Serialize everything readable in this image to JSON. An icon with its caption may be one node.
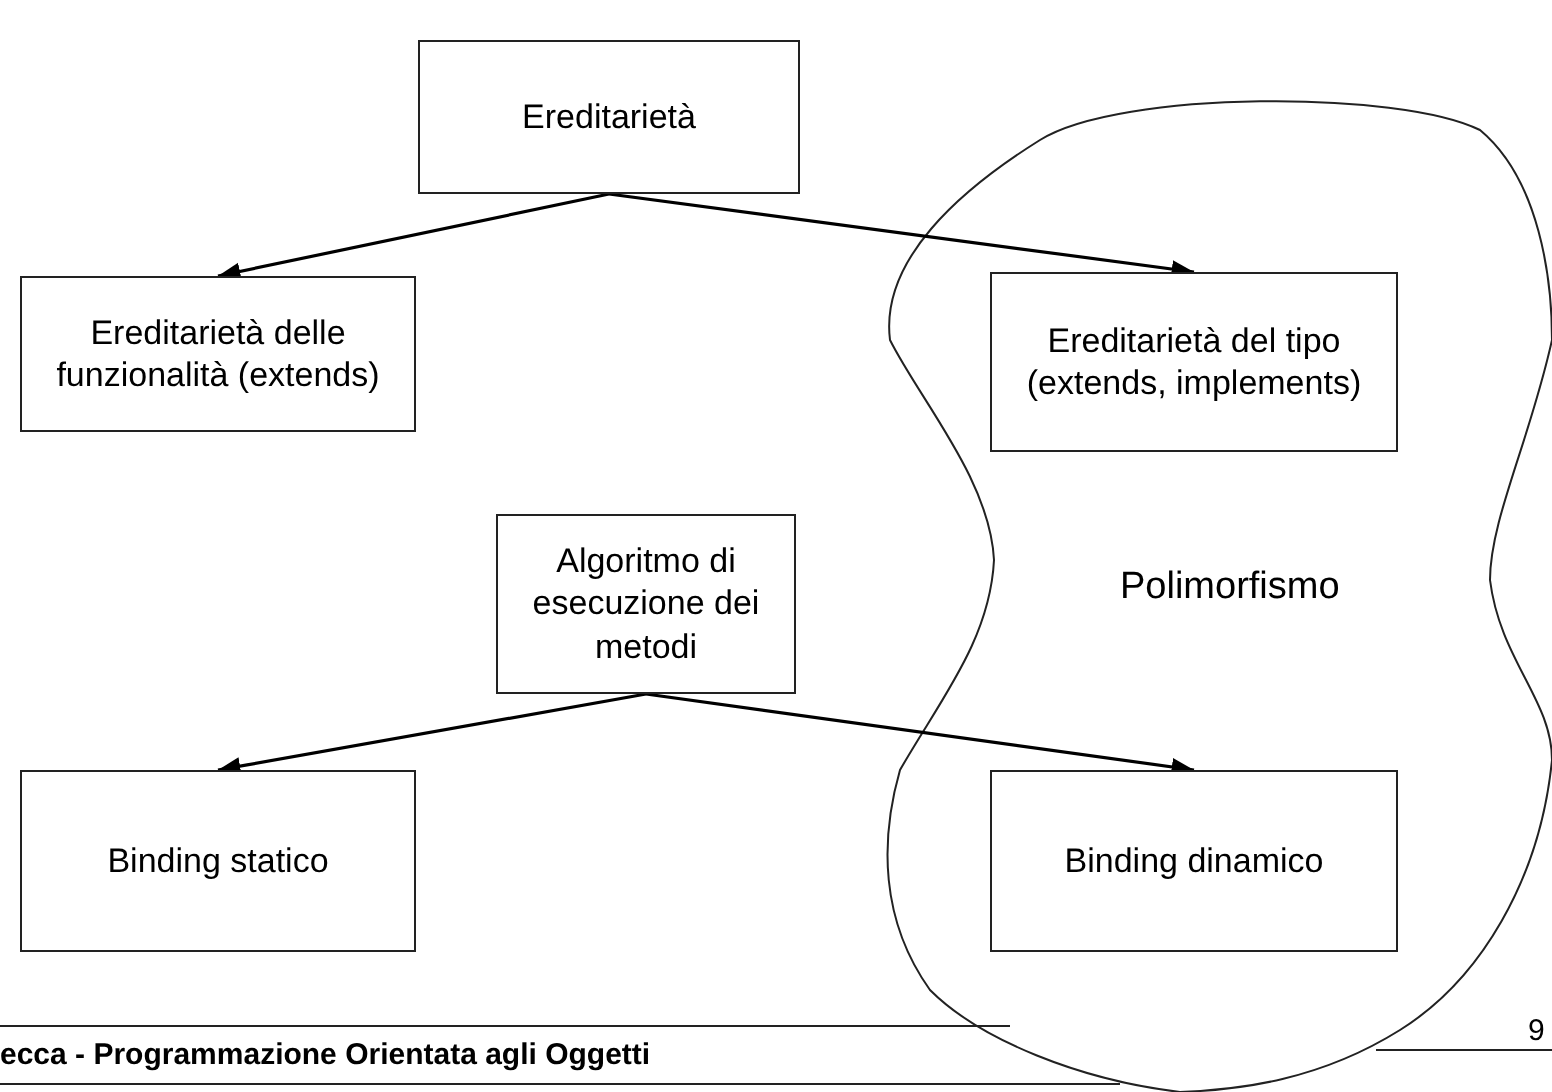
{
  "diagram": {
    "nodes": [
      {
        "text": [
          "Ereditarietà"
        ]
      },
      {
        "text": [
          "Ereditarietà delle funzionalità (extends)"
        ]
      },
      {
        "text": [
          "Polimorfismo"
        ]
      },
      {
        "text": [
          "Ereditarietà del tipo (extends, implements)"
        ],
        "in": 2
      },
      {
        "text": [
          "Algoritmo di esecuzione dei metodi"
        ]
      },
      {
        "text": [
          "Binding statico"
        ]
      },
      {
        "text": [
          "Binding dinamico"
        ],
        "in": 2
      }
    ],
    "edges": [
      {
        "from": 0,
        "to": 1,
        "arrow": "to"
      },
      {
        "from": 0,
        "to": 3,
        "arrow": "to"
      },
      {
        "from": 4,
        "to": 5,
        "arrow": "to"
      },
      {
        "from": 4,
        "to": 6,
        "arrow": "to"
      }
    ],
    "labels": [
      "ecca - Programmazione Orientata agli Oggetti",
      "9"
    ]
  }
}
